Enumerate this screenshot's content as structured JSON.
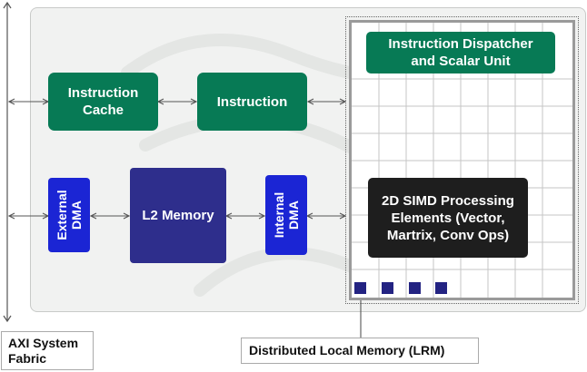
{
  "blocks": {
    "instruction_cache": "Instruction\nCache",
    "instruction": "Instruction",
    "dispatcher": "Instruction Dispatcher\nand Scalar Unit",
    "external_dma": "External\nDMA",
    "l2_memory": "L2 Memory",
    "internal_dma": "Internal\nDMA",
    "simd": "2D SIMD Processing\nElements (Vector,\nMartrix, Conv Ops)"
  },
  "labels": {
    "axi": "AXI System\nFabric",
    "lrm": "Distributed Local Memory (LRM)"
  },
  "colors": {
    "green": "#077a55",
    "navy": "#2e2e8c",
    "blue": "#1b25d4",
    "black": "#1e1e1e"
  }
}
